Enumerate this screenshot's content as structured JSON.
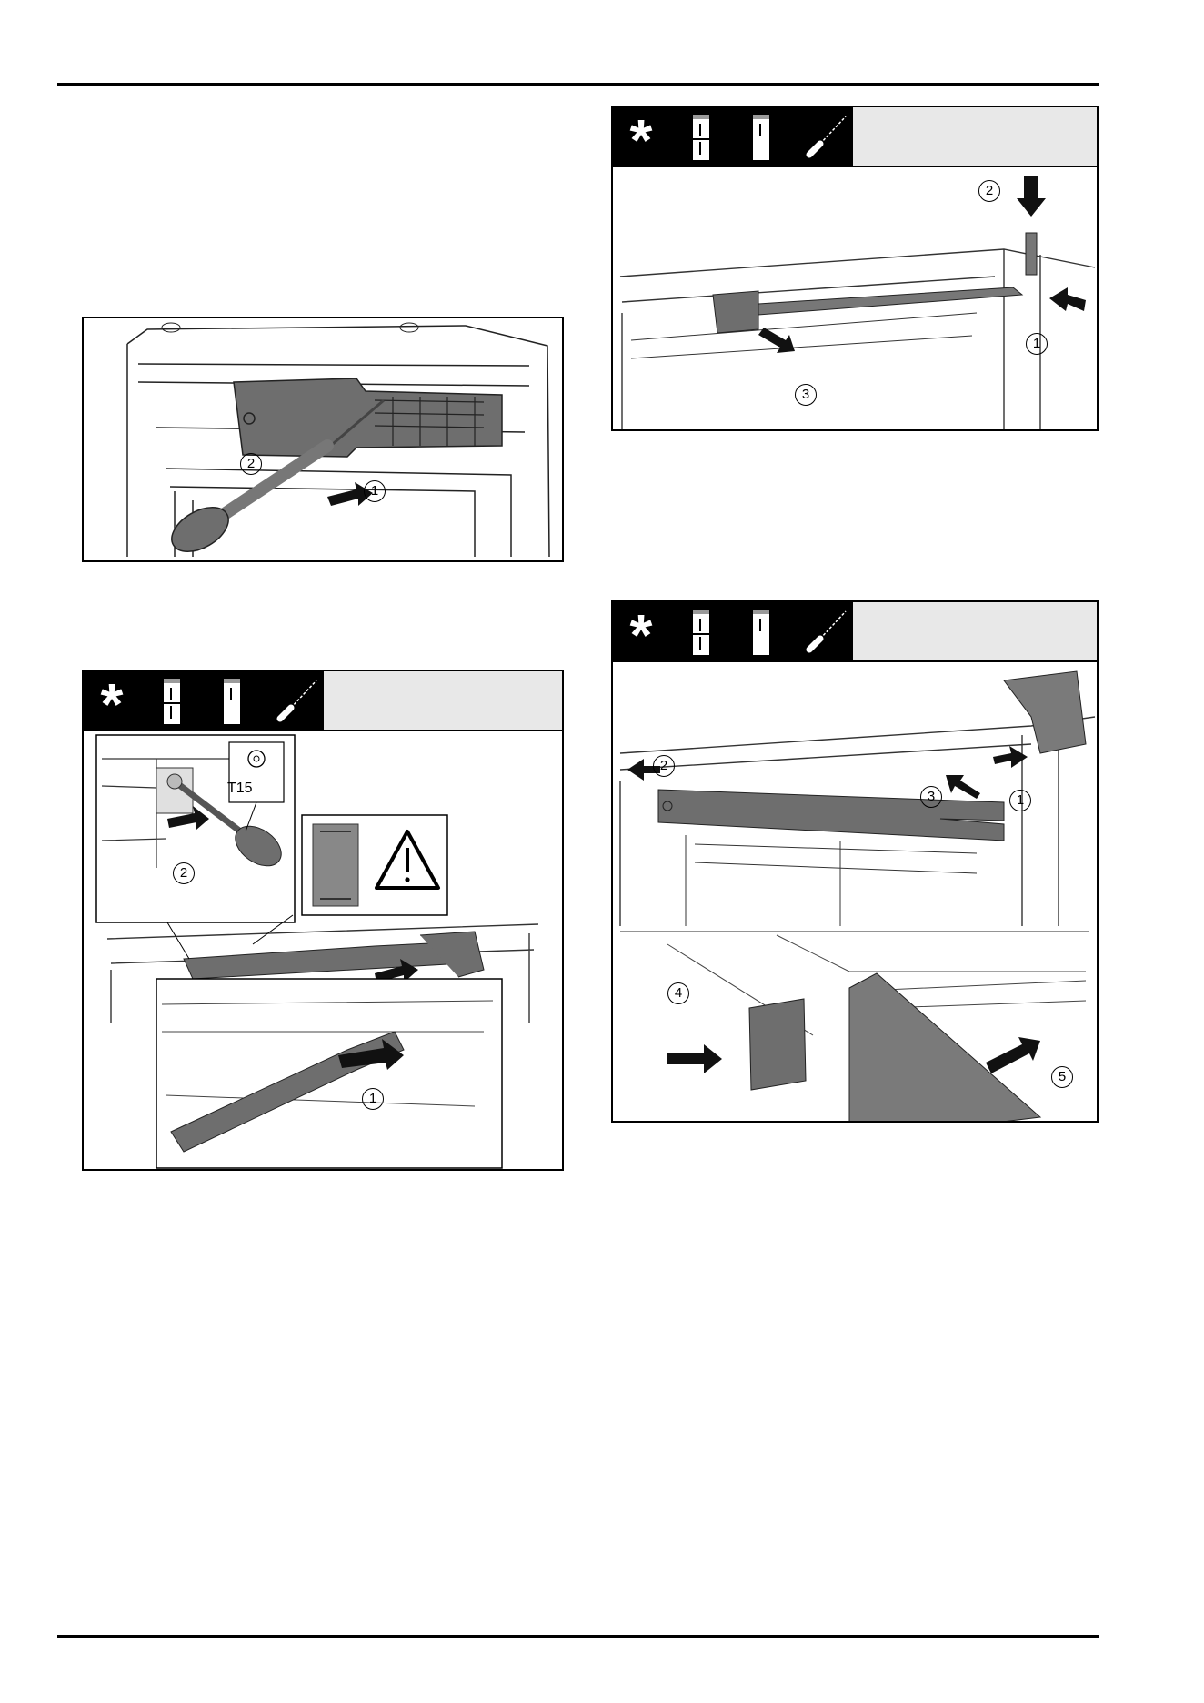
{
  "figures": {
    "fig1": {
      "callouts": [
        "1",
        "2"
      ]
    },
    "fig2": {
      "callouts": [
        "1",
        "2"
      ],
      "tool_label": "T15"
    },
    "fig3": {
      "callouts": [
        "1",
        "2",
        "3"
      ]
    },
    "fig4": {
      "callouts": [
        "1",
        "2",
        "3",
        "4",
        "5"
      ]
    }
  },
  "header_icons": [
    "asterisk-icon",
    "fridge-freezer-icon",
    "fridge-icon",
    "screwdriver-icon"
  ],
  "colors": {
    "rule": "#000000",
    "part_grey": "#707070",
    "header_grey": "#e8e8e8"
  }
}
